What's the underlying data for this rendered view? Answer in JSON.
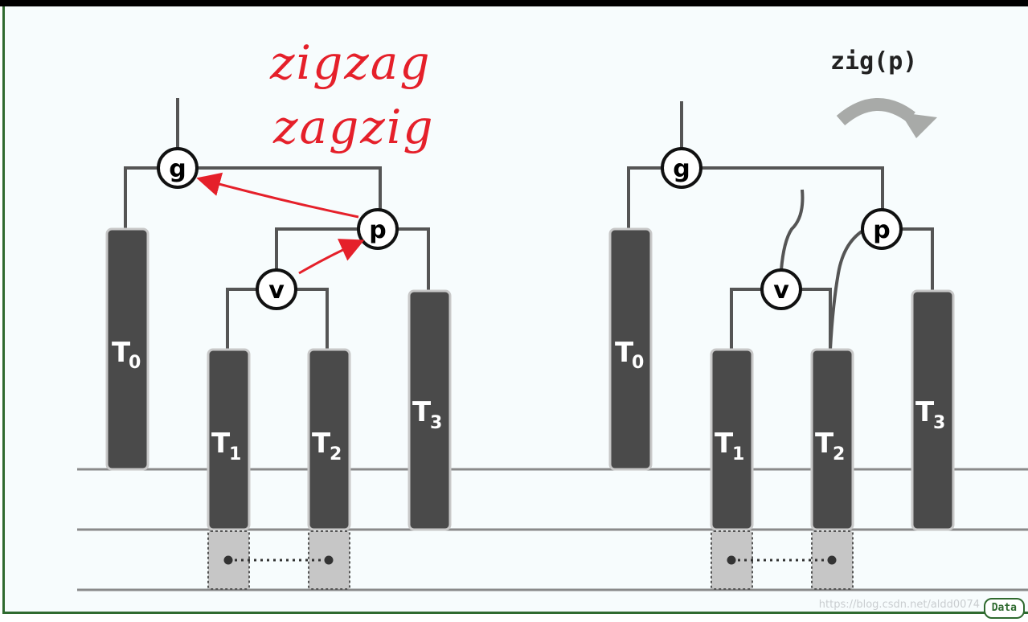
{
  "annotations": {
    "handwritten_line1": "zigzag",
    "handwritten_line2": "zagzig",
    "arrow_color": "#e5202a"
  },
  "operation_label": "zig(p)",
  "nodes": {
    "g": "g",
    "p": "p",
    "v": "v"
  },
  "subtrees": [
    {
      "letter": "T",
      "index": "0"
    },
    {
      "letter": "T",
      "index": "1"
    },
    {
      "letter": "T",
      "index": "2"
    },
    {
      "letter": "T",
      "index": "3"
    }
  ],
  "watermark": "https://blog.csdn.net/aldd0074",
  "corner_tab": "Data",
  "colors": {
    "subtree_fill": "#4a4a4a",
    "edge": "#555555",
    "frame": "#2f6a2f"
  }
}
